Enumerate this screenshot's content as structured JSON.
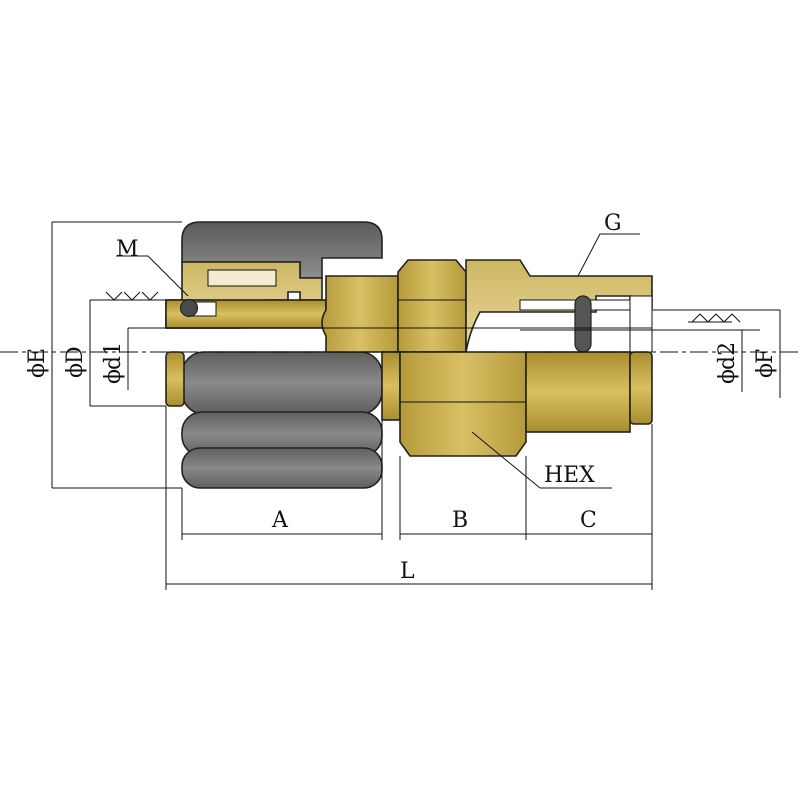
{
  "labels": {
    "M": "M",
    "G": "G",
    "HEX": "HEX",
    "A": "A",
    "B": "B",
    "C": "C",
    "L": "L",
    "phiE": "E",
    "phiD": "D",
    "phid1": "d1",
    "phid2": "d2",
    "phiF": "F",
    "phi_symbol": "ϕ"
  },
  "colors": {
    "brass_light": "#e2d090",
    "brass_mid": "#c9ad4e",
    "brass_dark": "#a88e2e",
    "nut_gray": "#6f6f6f",
    "nut_gray_light": "#9a9a9a",
    "oring": "#555555",
    "line": "#111111"
  }
}
